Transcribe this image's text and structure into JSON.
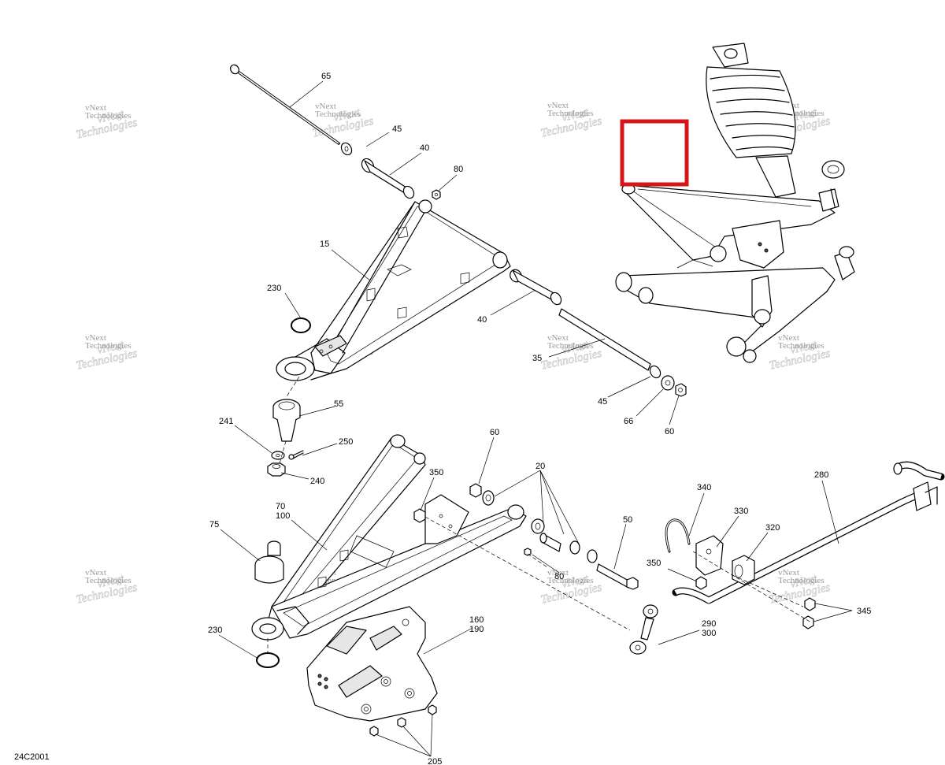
{
  "diagram_code": "24C2001",
  "watermark": {
    "line1": "vNext",
    "line2": "Technologies"
  },
  "callouts": {
    "c65": "65",
    "c45a": "45",
    "c40a": "40",
    "c80a": "80",
    "c15": "15",
    "c230a": "230",
    "c40b": "40",
    "c35": "35",
    "c45b": "45",
    "c66": "66",
    "c60a": "60",
    "c55": "55",
    "c241": "241",
    "c250": "250",
    "c240": "240",
    "c60b": "60",
    "c20": "20",
    "c350a": "350",
    "c70": "70",
    "c100": "100",
    "c75": "75",
    "c50": "50",
    "c80b": "80",
    "c230b": "230",
    "c160": "160",
    "c190": "190",
    "c205": "205",
    "c340": "340",
    "c330": "330",
    "c320": "320",
    "c280": "280",
    "c350b": "350",
    "c345": "345",
    "c290": "290",
    "c300": "300"
  },
  "highlight": {
    "color": "#d8141b"
  }
}
